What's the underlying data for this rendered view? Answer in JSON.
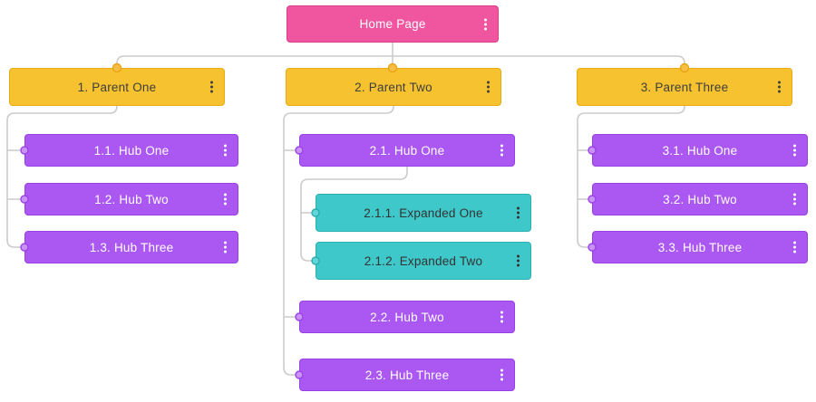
{
  "palette": {
    "home_pink": "#F0559F",
    "parent_yellow": "#F6C22F",
    "hub_purple": "#AB57F2",
    "expanded_teal": "#3FC8CA",
    "connector_gray": "#CBCBCB",
    "parent_dot_fill": "#F7BE45",
    "parent_dot_stroke": "#EAA312",
    "canvas_background": "#FFFFFF",
    "dark_text": "#3E3E3E",
    "light_text": "#FFFFFF"
  },
  "tree": {
    "home": {
      "label": "Home Page"
    },
    "parents": [
      {
        "label": "1. Parent One",
        "children": [
          {
            "label": "1.1. Hub One"
          },
          {
            "label": "1.2. Hub Two"
          },
          {
            "label": "1.3. Hub Three"
          }
        ]
      },
      {
        "label": "2. Parent Two",
        "children": [
          {
            "label": "2.1. Hub One",
            "children": [
              {
                "label": "2.1.1. Expanded One"
              },
              {
                "label": "2.1.2. Expanded Two"
              }
            ]
          },
          {
            "label": "2.2. Hub Two"
          },
          {
            "label": "2.3. Hub Three"
          }
        ]
      },
      {
        "label": "3. Parent Three",
        "children": [
          {
            "label": "3.1. Hub One"
          },
          {
            "label": "3.2. Hub Two"
          },
          {
            "label": "3.3. Hub Three"
          }
        ]
      }
    ]
  }
}
